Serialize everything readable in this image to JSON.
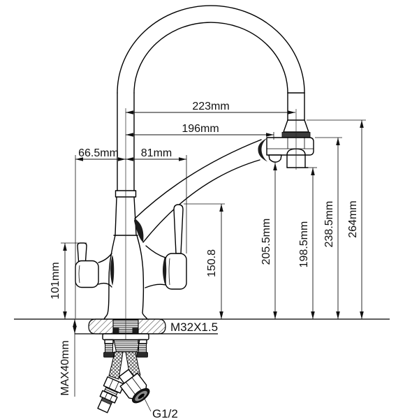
{
  "drawing": {
    "kind": "faucet-installation-dimension-drawing",
    "dims": {
      "d223": "223mm",
      "d196": "196mm",
      "d66": "66.5mm",
      "d81": "81mm",
      "d150": "150.8",
      "d205": "205.5mm",
      "d198": "198.5mm",
      "d238": "238.5mm",
      "d264": "264mm",
      "d101": "101mm",
      "dmax40": "MAX40mm"
    },
    "specs": {
      "mount_thread": "M32X1.5",
      "hose_connection": "G1/2"
    },
    "colors": {
      "line": "#000000",
      "background": "#ffffff"
    }
  }
}
